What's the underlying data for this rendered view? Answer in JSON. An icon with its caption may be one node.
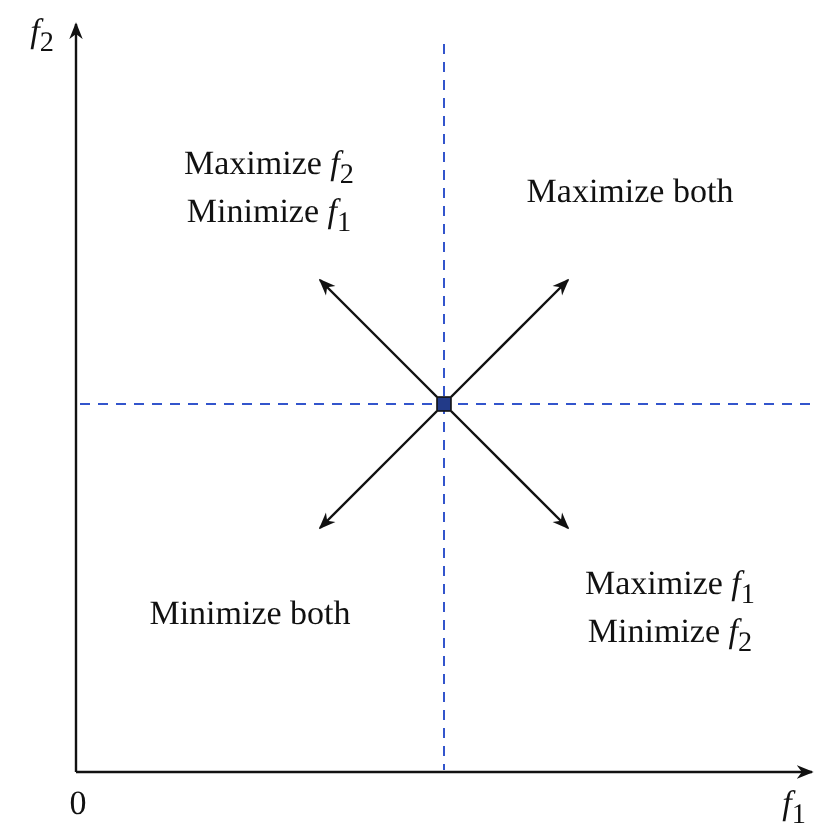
{
  "diagram": {
    "nodes": [
      {
        "text": [],
        "shape": "box"
      },
      {
        "text": [
          "Maximize *f*$_{2}$ Minimize *f*$_{1}$"
        ]
      },
      {
        "text": [
          "Maximize both"
        ]
      },
      {
        "text": [
          "Minimize both"
        ]
      },
      {
        "text": [
          "Maximize *f*$_{1}$ Minimize *f*$_{2}$"
        ]
      }
    ],
    "edges": [
      {
        "from": 0,
        "to": 1,
        "arrow": "to"
      },
      {
        "from": 0,
        "to": 2,
        "arrow": "to"
      },
      {
        "from": 0,
        "to": 3,
        "arrow": "to"
      },
      {
        "from": 0,
        "to": 4,
        "arrow": "to"
      }
    ],
    "labels": [
      "*f*$_{2}$",
      "0",
      "*f*$_{1}$"
    ]
  }
}
